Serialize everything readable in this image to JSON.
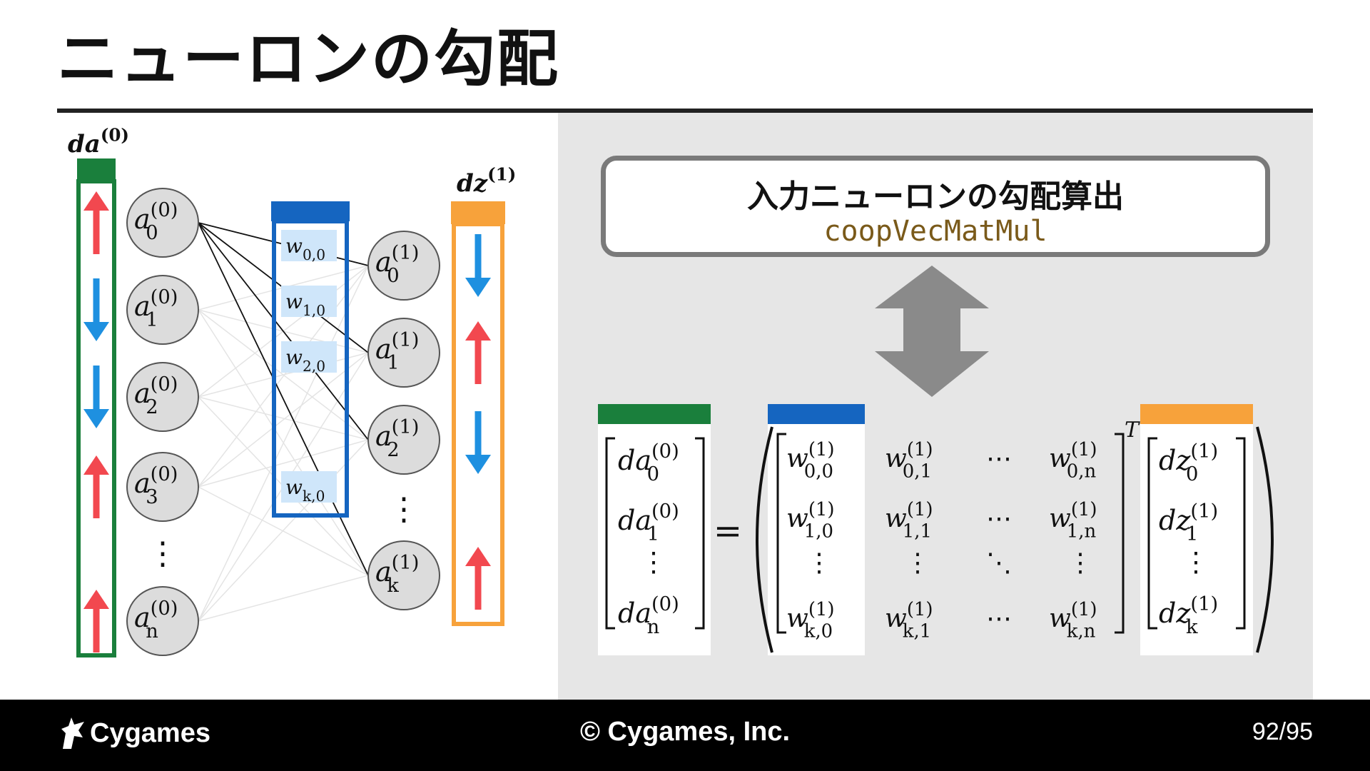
{
  "slide": {
    "title": "ニューロンの勾配",
    "box_heading": "入力ニューロンの勾配算出",
    "box_code": "coopVecMatMul"
  },
  "footer": {
    "logo": "Cygames",
    "copyright": "© Cygames, Inc.",
    "page": "92/95"
  },
  "colors": {
    "green": "#1a7f3c",
    "blue": "#1565c0",
    "orange": "#f7a23b",
    "red_arrow": "#f2484f",
    "blue_arrow": "#1e90e0",
    "gray_arrow": "#8a8a8a"
  },
  "diagram": {
    "da0_label": "da",
    "dz1_label": "dz",
    "layer0_sup": "(0)",
    "layer1_sup": "(1)",
    "input_neurons": [
      {
        "base": "a",
        "sub": "0",
        "sup": "(0)"
      },
      {
        "base": "a",
        "sub": "1",
        "sup": "(0)"
      },
      {
        "base": "a",
        "sub": "2",
        "sup": "(0)"
      },
      {
        "base": "a",
        "sub": "3",
        "sup": "(0)"
      },
      {
        "base": "a",
        "sub": "n",
        "sup": "(0)"
      }
    ],
    "output_neurons": [
      {
        "base": "a",
        "sub": "0",
        "sup": "(1)"
      },
      {
        "base": "a",
        "sub": "1",
        "sup": "(1)"
      },
      {
        "base": "a",
        "sub": "2",
        "sup": "(1)"
      },
      {
        "base": "a",
        "sub": "k",
        "sup": "(1)"
      }
    ],
    "weights": [
      {
        "base": "w",
        "sub": "0,0"
      },
      {
        "base": "w",
        "sub": "1,0"
      },
      {
        "base": "w",
        "sub": "2,0"
      },
      {
        "base": "w",
        "sub": "k,0"
      }
    ],
    "da_arrows": [
      "up",
      "down",
      "down",
      "up",
      "up"
    ],
    "dz_arrows": [
      "down",
      "up",
      "down",
      "up"
    ],
    "ellipsis": "⋮"
  },
  "equation": {
    "lhs": [
      {
        "base": "da",
        "sub": "0",
        "sup": "(0)"
      },
      {
        "base": "da",
        "sub": "1",
        "sup": "(0)"
      },
      {
        "base": "⋮"
      },
      {
        "base": "da",
        "sub": "n",
        "sup": "(0)"
      }
    ],
    "equals": "=",
    "transpose": "T",
    "matrix": [
      [
        {
          "base": "w",
          "sub": "0,0",
          "sup": "(1)"
        },
        {
          "base": "w",
          "sub": "0,1",
          "sup": "(1)"
        },
        {
          "base": "⋯"
        },
        {
          "base": "w",
          "sub": "0,n",
          "sup": "(1)"
        }
      ],
      [
        {
          "base": "w",
          "sub": "1,0",
          "sup": "(1)"
        },
        {
          "base": "w",
          "sub": "1,1",
          "sup": "(1)"
        },
        {
          "base": "⋯"
        },
        {
          "base": "w",
          "sub": "1,n",
          "sup": "(1)"
        }
      ],
      [
        {
          "base": "⋮"
        },
        {
          "base": "⋮"
        },
        {
          "base": "⋱"
        },
        {
          "base": "⋮"
        }
      ],
      [
        {
          "base": "w",
          "sub": "k,0",
          "sup": "(1)"
        },
        {
          "base": "w",
          "sub": "k,1",
          "sup": "(1)"
        },
        {
          "base": "⋯"
        },
        {
          "base": "w",
          "sub": "k,n",
          "sup": "(1)"
        }
      ]
    ],
    "rhs": [
      {
        "base": "dz",
        "sub": "0",
        "sup": "(1)"
      },
      {
        "base": "dz",
        "sub": "1",
        "sup": "(1)"
      },
      {
        "base": "⋮"
      },
      {
        "base": "dz",
        "sub": "k",
        "sup": "(1)"
      }
    ]
  }
}
